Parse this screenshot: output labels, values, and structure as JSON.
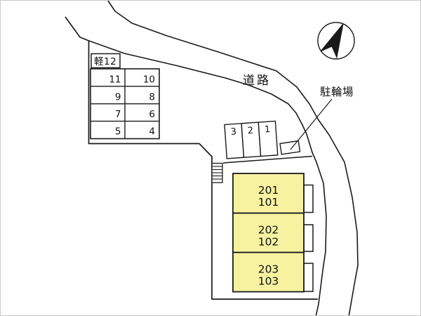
{
  "diagram": {
    "kind": "site-plan",
    "road_label": "道路",
    "bicycle_parking_label": "駐輪場",
    "kei_parking_label": "軽12",
    "parking_grid": {
      "rows": [
        [
          "11",
          "10"
        ],
        [
          "9",
          "8"
        ],
        [
          "7",
          "6"
        ],
        [
          "5",
          "4"
        ]
      ]
    },
    "front_spaces": [
      "3",
      "2",
      "1"
    ],
    "units": [
      {
        "upper": "201",
        "lower": "101"
      },
      {
        "upper": "202",
        "lower": "102"
      },
      {
        "upper": "203",
        "lower": "103"
      }
    ],
    "icons": {
      "compass": "north-arrow"
    },
    "colors": {
      "unit_fill": "#F7F2A0",
      "line": "#1A1A1A",
      "background": "#FFFFFF"
    }
  }
}
